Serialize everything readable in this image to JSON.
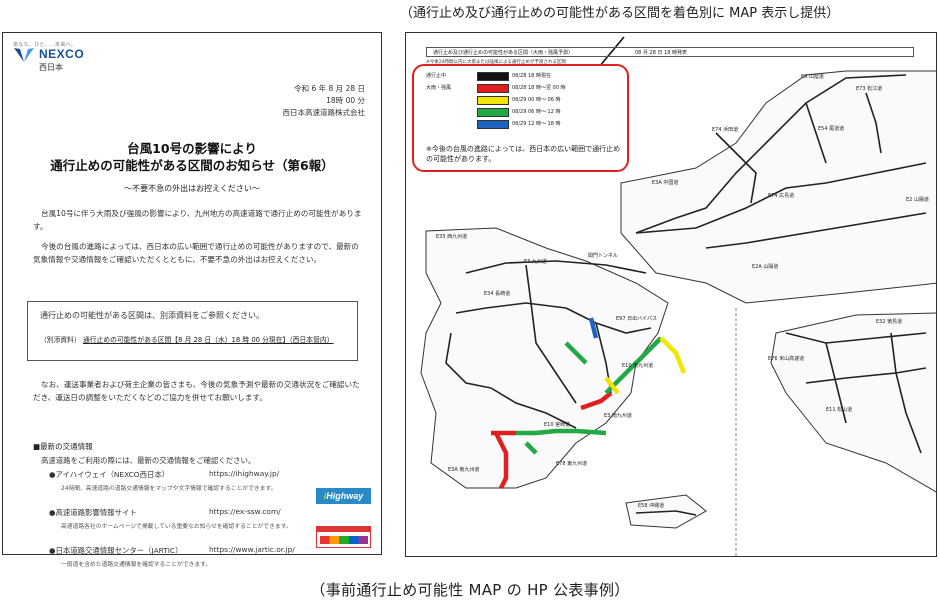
{
  "callout": "（通行止め及び通行止めの可能性がある区間を着色別に MAP 表示し提供）",
  "caption": "（事前通行止め可能性 MAP の HP 公表事例）",
  "doc": {
    "logo": {
      "tagline": "あなた、ひと、…未来へ。",
      "brand": "NEXCO",
      "branch": "西日本"
    },
    "date": "令和 6 年 8 月 28 日",
    "time": "18時 00 分",
    "company": "西日本高速道路株式会社",
    "title_line1": "台風10号の影響により",
    "title_line2": "通行止めの可能性がある区間のお知らせ（第6報）",
    "subtitle": "～不要不急の外出はお控えください～",
    "para1": "台風10号に伴う大雨及び強風の影響により、九州地方の高速道路で通行止めの可能性があります。",
    "para2": "今後の台風の進路によっては、西日本の広い範囲で通行止めの可能性がありますので、最新の気象情報や交通情報をご確認いただくとともに、不要不急の外出はお控えください。",
    "box_line1": "通行止めの可能性がある区間は、別添資料をご参照ください。",
    "box_line2_prefix": "（別添資料）",
    "box_line2_link": "通行止めの可能性がある区間【8 月 28 日（水）18 時 00 分現在】（西日本管内）",
    "para3": "なお、運送事業者および荷主企業の皆さまも、今後の気象予測や最新の交通状況をご確認いただき、運送日の調整をいただくなどのご協力を併せてお願いします。",
    "section_title": "■最新の交通情報",
    "section_intro": "高速道路をご利用の際には、最新の交通情報をご確認ください。",
    "items": [
      {
        "name": "●アイハイウェイ（NEXCO西日本）",
        "url": "https://ihighway.jp/",
        "desc": "24時間、高速道路の道路交通情報をマップや文字情報で確認することができます。"
      },
      {
        "name": "●高速道路影響情報サイト",
        "url": "https://ex-ssw.com/",
        "desc": "高速道路各社のホームページで掲載している重要なお知らせを確認することができます。"
      },
      {
        "name": "●日本道路交通情報センター（JARTIC）",
        "url": "https://www.jartic.or.jp/",
        "desc": "一般道を含めた道路交通情報を確認することができます。"
      }
    ],
    "ihighway_logo": {
      "prefix": "i",
      "text": "Highway"
    }
  },
  "map": {
    "header": "通行止め及び通行止めの可能性がある区間（大雨・強風予測）",
    "header_date": "08 月 28 日 18 時発表",
    "note": "※今後24時間以内に大雨または強風による通行止めが予測される区間",
    "legend": [
      {
        "name": "通行止中",
        "color": "#111111",
        "time": "08/28 18 時現在"
      },
      {
        "name": "大雨・強風",
        "color": "#e02020",
        "time": "08/28 18 時～翌 00 時"
      },
      {
        "name": "",
        "color": "#f2e600",
        "time": "08/29 00 時～ 06 時"
      },
      {
        "name": "",
        "color": "#22a845",
        "time": "08/29 06 時～ 12 時"
      },
      {
        "name": "",
        "color": "#1f63c0",
        "time": "08/29 12 時～ 18 時"
      }
    ],
    "legend_note": "※今後の台風の進路によっては、西日本の広い範囲で通行止めの可能性があります。",
    "road_labels": [
      "E9 山陰道",
      "E2 山陽道",
      "E73 松江道",
      "E54 尾道道",
      "E74 浜田道",
      "E74 広島道",
      "E3A 中国道",
      "E2A 山陽道",
      "関門トンネル",
      "E3 九州道",
      "E35 西九州道",
      "E34 長崎道",
      "E10 東九州道",
      "E97 日出バイパス",
      "E10 宮崎道",
      "E3 南九州道",
      "E3A 南九州道",
      "E78 東九州道",
      "E58 沖縄道",
      "E76 米山高速道",
      "E11 松山道",
      "E32 徳島道"
    ]
  }
}
